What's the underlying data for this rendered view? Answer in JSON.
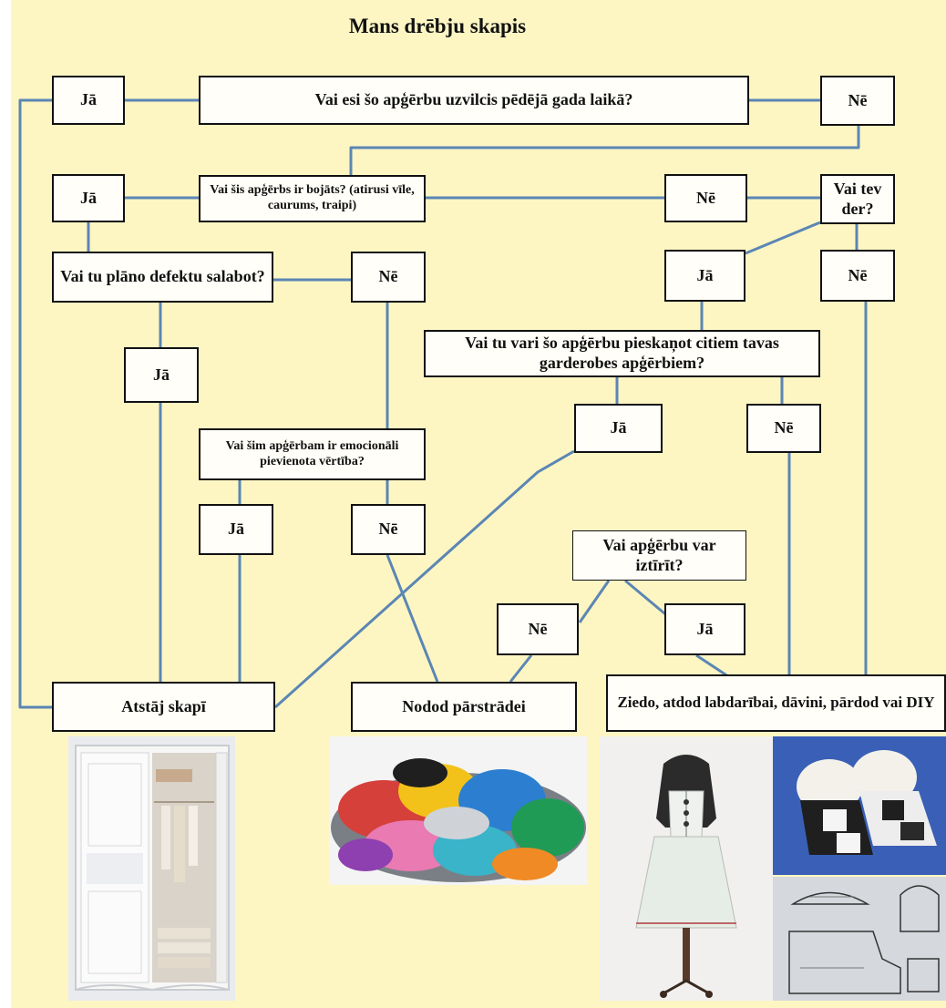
{
  "title": "Mans drēbju skapis",
  "boxes": {
    "q1": "Vai esi šo apģērbu uzvilcis pēdējā gada laikā?",
    "q1_yes": "Jā",
    "q1_no": "Nē",
    "q2": "Vai šis apģērbs ir bojāts? (atirusi vīle, caurums, traipi)",
    "q2_yes": "Jā",
    "q2_no": "Nē",
    "q3": "Vai tev der?",
    "q4": "Vai tu plāno defektu salabot?",
    "q4_no": "Nē",
    "q3_yes": "Jā",
    "q3_no": "Nē",
    "q5": "Vai tu vari šo apģērbu pieskaņot citiem tavas garderobes apģērbiem?",
    "q4_yes": "Jā",
    "q5_yes": "Jā",
    "q5_no": "Nē",
    "q6": "Vai šim apģērbam ir emocionāli pievienota vērtība?",
    "q6_yes": "Jā",
    "q6_no": "Nē",
    "q7": "Vai apģērbu var iztīrīt?",
    "q7_no": "Nē",
    "q7_yes": "Jā",
    "out_keep": "Atstāj skapī",
    "out_recycle": "Nodod pārstrādei",
    "out_donate": "Ziedo, atdod labdarībai, dāvini, pārdod vai DIY"
  },
  "colors": {
    "background": "#fdf6c3",
    "connector": "#5b86b4",
    "box_border": "#111111"
  }
}
